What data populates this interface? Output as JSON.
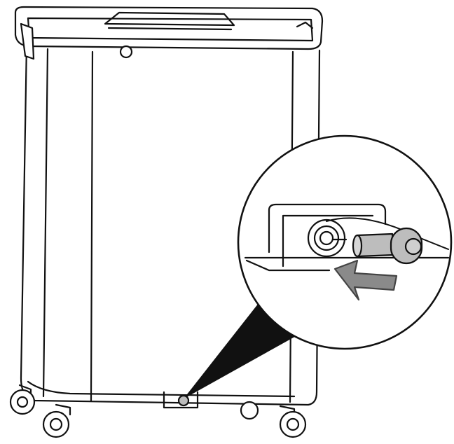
{
  "illustration": {
    "colors": {
      "line": "#111111",
      "fill": "#ffffff",
      "plug_grey": "#bdbdbd",
      "arrow_grey": "#8a8a8a",
      "wedge": "#111111"
    },
    "icons": [
      "appliance-body",
      "caster-wheel",
      "magnified-callout",
      "power-plug",
      "insert-arrow"
    ]
  }
}
